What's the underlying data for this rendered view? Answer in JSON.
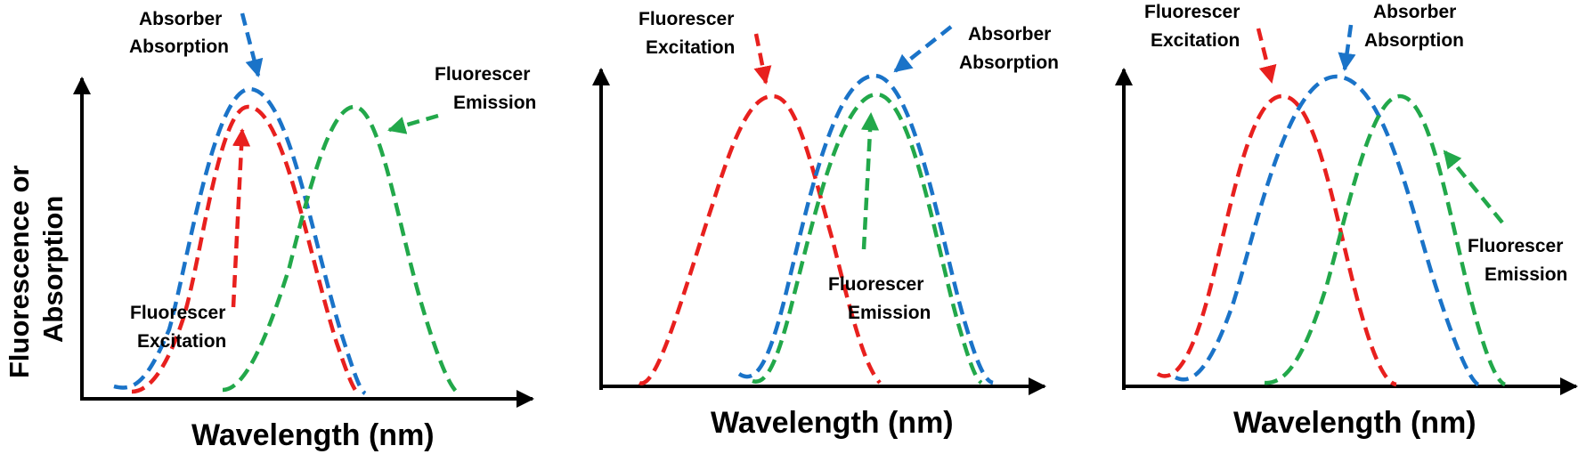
{
  "colors": {
    "absorber": "#1a73c8",
    "excitation": "#e8201e",
    "emission": "#22a84a",
    "axis": "#000000"
  },
  "y_axis_label_line1": "Fluorescence or",
  "y_axis_label_line2": "Absorption",
  "panels": [
    {
      "x_axis_label": "Wavelength (nm)",
      "labels": {
        "absorber_l1": "Absorber",
        "absorber_l2": "Absorption",
        "emission_l1": "Fluorescer",
        "emission_l2": "Emission",
        "excitation_l1": "Fluorescer",
        "excitation_l2": "Excitation"
      }
    },
    {
      "x_axis_label": "Wavelength (nm)",
      "labels": {
        "excitation_l1": "Fluorescer",
        "excitation_l2": "Excitation",
        "absorber_l1": "Absorber",
        "absorber_l2": "Absorption",
        "emission_l1": "Fluorescer",
        "emission_l2": "Emission"
      }
    },
    {
      "x_axis_label": "Wavelength (nm)",
      "labels": {
        "excitation_l1": "Fluorescer",
        "excitation_l2": "Excitation",
        "absorber_l1": "Absorber",
        "absorber_l2": "Absorption",
        "emission_l1": "Fluorescer",
        "emission_l2": "Emission"
      }
    }
  ]
}
